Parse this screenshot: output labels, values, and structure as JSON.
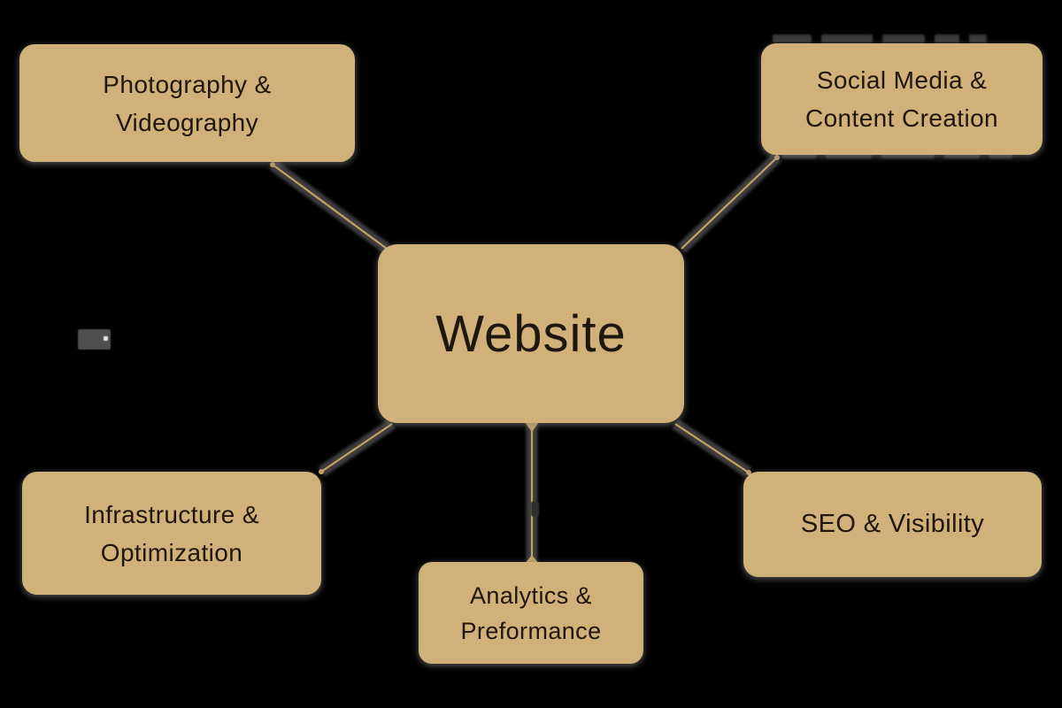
{
  "diagram": {
    "type": "mindmap",
    "title": "Website services mind map"
  },
  "nodes": {
    "website": {
      "label": "Website"
    },
    "photography": {
      "line1": "Photography &",
      "line2": "Videography"
    },
    "social": {
      "line1": "Social Media &",
      "line2": "Content Creation"
    },
    "infrastructure": {
      "line1": "Infrastructure &",
      "line2": "Optimization"
    },
    "analytics": {
      "line1": "Analytics &",
      "line2": "Preformance"
    },
    "seo": {
      "label": "SEO & Visibility"
    }
  },
  "colors": {
    "background": "#000000",
    "node_fill": "#cfb179",
    "node_text": "#1f170e",
    "connector": "#c3a365",
    "shadow": "#7f7f7f"
  }
}
